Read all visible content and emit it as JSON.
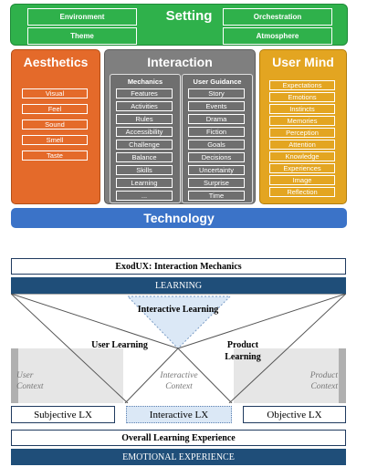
{
  "setting": {
    "title": "Setting",
    "items": [
      "Environment",
      "Theme",
      "Orchestration",
      "Atmosphere"
    ]
  },
  "aesthetics": {
    "title": "Aesthetics",
    "items": [
      "Visual",
      "Feel",
      "Sound",
      "Smell",
      "Taste"
    ]
  },
  "interaction": {
    "title": "Interaction",
    "mechanics": {
      "title": "Mechanics",
      "items": [
        "Features",
        "Activities",
        "Rules",
        "Accessibility",
        "Challenge",
        "Balance",
        "Skills",
        "Learning",
        "..."
      ]
    },
    "guidance": {
      "title": "User Guidance",
      "items": [
        "Story",
        "Events",
        "Drama",
        "Fiction",
        "Goals",
        "Decisions",
        "Uncertainty",
        "Surprise",
        "Time"
      ]
    }
  },
  "user_mind": {
    "title": "User Mind",
    "items": [
      "Expectations",
      "Emotions",
      "Instincts",
      "Memories",
      "Perception",
      "Attention",
      "Knowledge",
      "Experiences",
      "Image",
      "Reflection"
    ]
  },
  "technology": {
    "title": "Technology"
  },
  "model": {
    "header": "ExodUX: Interaction Mechanics",
    "learning": "LEARNING",
    "interactive_learning": "Interactive Learning",
    "user_learning": "User Learning",
    "product_learning": "Product Learning",
    "user_context": "User Context",
    "interactive_context": "Interactive Context",
    "product_context": "Product Context",
    "subjective_lx": "Subjective LX",
    "interactive_lx": "Interactive LX",
    "objective_lx": "Objective LX",
    "overall": "Overall Learning Experience",
    "emotional": "EMOTIONAL EXPERIENCE"
  },
  "colors": {
    "setting": "#2fb14b",
    "aesthetics": "#e46a2a",
    "interaction": "#7f7f7f",
    "user_mind": "#e3a521",
    "technology": "#3b73c8",
    "navy": "#1f4e79",
    "interactive_blue": "#dbe8f6"
  }
}
